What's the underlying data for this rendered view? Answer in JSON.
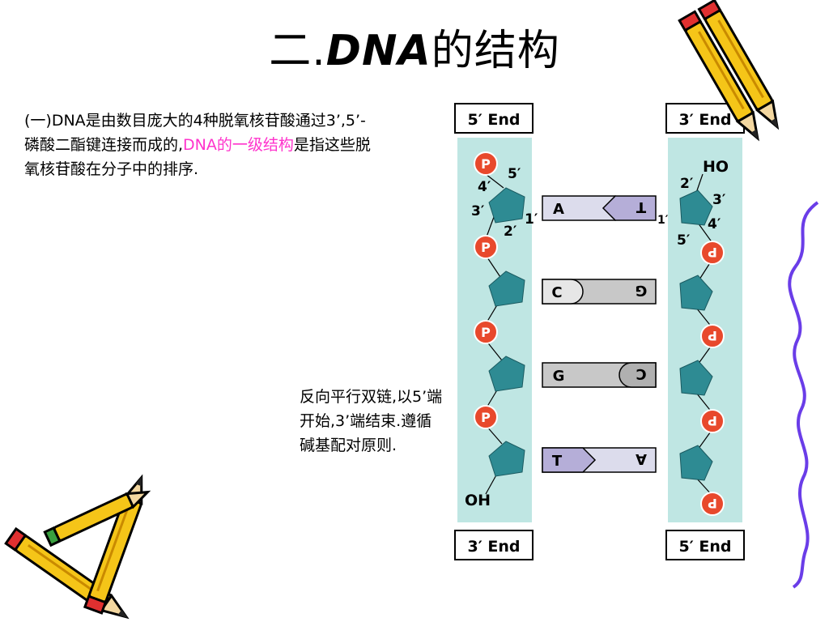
{
  "slide": {
    "title_prefix": "二.",
    "title_dna": "DNA",
    "title_suffix": "的结构",
    "paragraph_part1": "(一)DNA是由数目庞大的4种脱氧核苷酸通过3’,5’-磷酸二酯键连接而成的,",
    "paragraph_highlight": "DNA的一级结构",
    "paragraph_part2": "是指这些脱氧核苷酸在分子中的排序.",
    "note": "反向平行双链,以5’端开始,3’端结束.遵循碱基配对原则."
  },
  "diagram": {
    "left_top_end": "5′ End",
    "right_top_end": "3′ End",
    "left_bottom_end": "3′ End",
    "right_bottom_end": "5′ End",
    "phosphate_label": "P",
    "left_terminal": "OH",
    "right_terminal": "HO",
    "carbon_labels": {
      "left_5": "5′",
      "left_4": "4′",
      "left_3": "3′",
      "left_2": "2′",
      "left_1": "1′",
      "right_2": "2′",
      "right_3": "3′",
      "right_4": "4′",
      "right_5": "5′",
      "right_1": "1′"
    },
    "base_pairs": [
      {
        "left": "A",
        "right": "T"
      },
      {
        "left": "C",
        "right": "G"
      },
      {
        "left": "G",
        "right": "C"
      },
      {
        "left": "T",
        "right": "A"
      }
    ],
    "colors": {
      "strand_bg": "#bfe6e3",
      "sugar": "#2e8b93",
      "phosphate": "#e8492c",
      "purine_gray": "#c8c8c8",
      "pyrimidine_purple": "#b5aed8",
      "pink_text": "#ff33cc",
      "pencil_yellow": "#f5c518",
      "squiggle": "#6a3de8"
    }
  }
}
